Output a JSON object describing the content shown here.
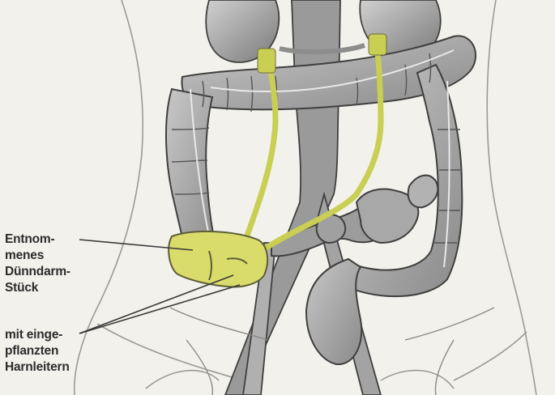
{
  "figure": {
    "labels": {
      "removed_segment": [
        "Entnom-",
        "menes",
        "Dünndarm-",
        "Stück"
      ],
      "implanted_ureters": [
        "mit einge-",
        "pflanzten",
        "Harnleitern"
      ]
    },
    "colors": {
      "background": "#f3f1ec",
      "organ_fill": "#a9a9a9",
      "organ_dark": "#6f6f6f",
      "outline": "#3f3f3f",
      "ureter_yellow": "#c8cf52",
      "segment_yellow": "#d9dc6a",
      "body_outline": "#9a9a9a"
    }
  }
}
